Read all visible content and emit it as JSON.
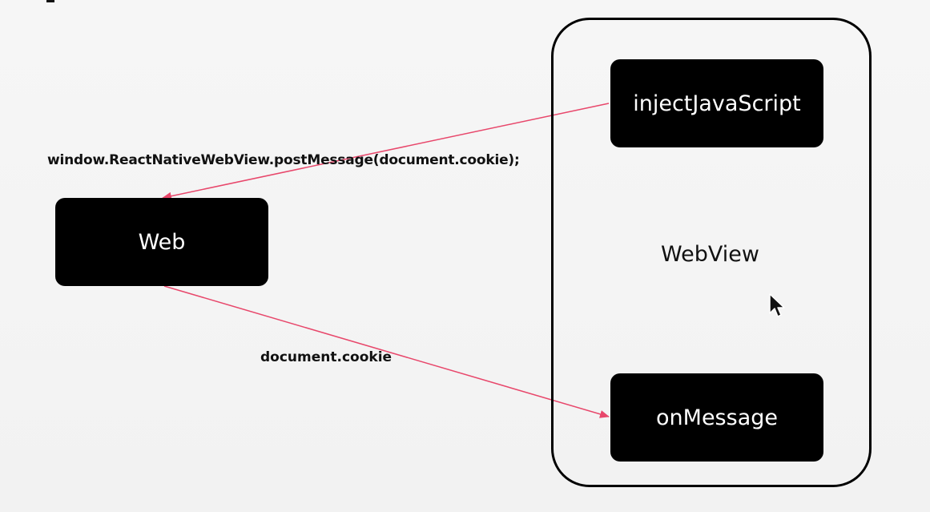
{
  "diagram": {
    "container": {
      "label": "WebView"
    },
    "nodes": {
      "web": {
        "label": "Web"
      },
      "inject": {
        "label": "injectJavaScript"
      },
      "onmessage": {
        "label": "onMessage"
      }
    },
    "edges": [
      {
        "from": "inject",
        "to": "web",
        "label": "window.ReactNativeWebView.postMessage(document.cookie);"
      },
      {
        "from": "web",
        "to": "onmessage",
        "label": "document.cookie"
      }
    ],
    "colors": {
      "edge": "#e8476b",
      "node_fill": "#000000",
      "node_text": "#ffffff",
      "background": "#f4f4f4"
    }
  },
  "overlay": {
    "cursor_icon": "mouse-pointer-icon"
  }
}
